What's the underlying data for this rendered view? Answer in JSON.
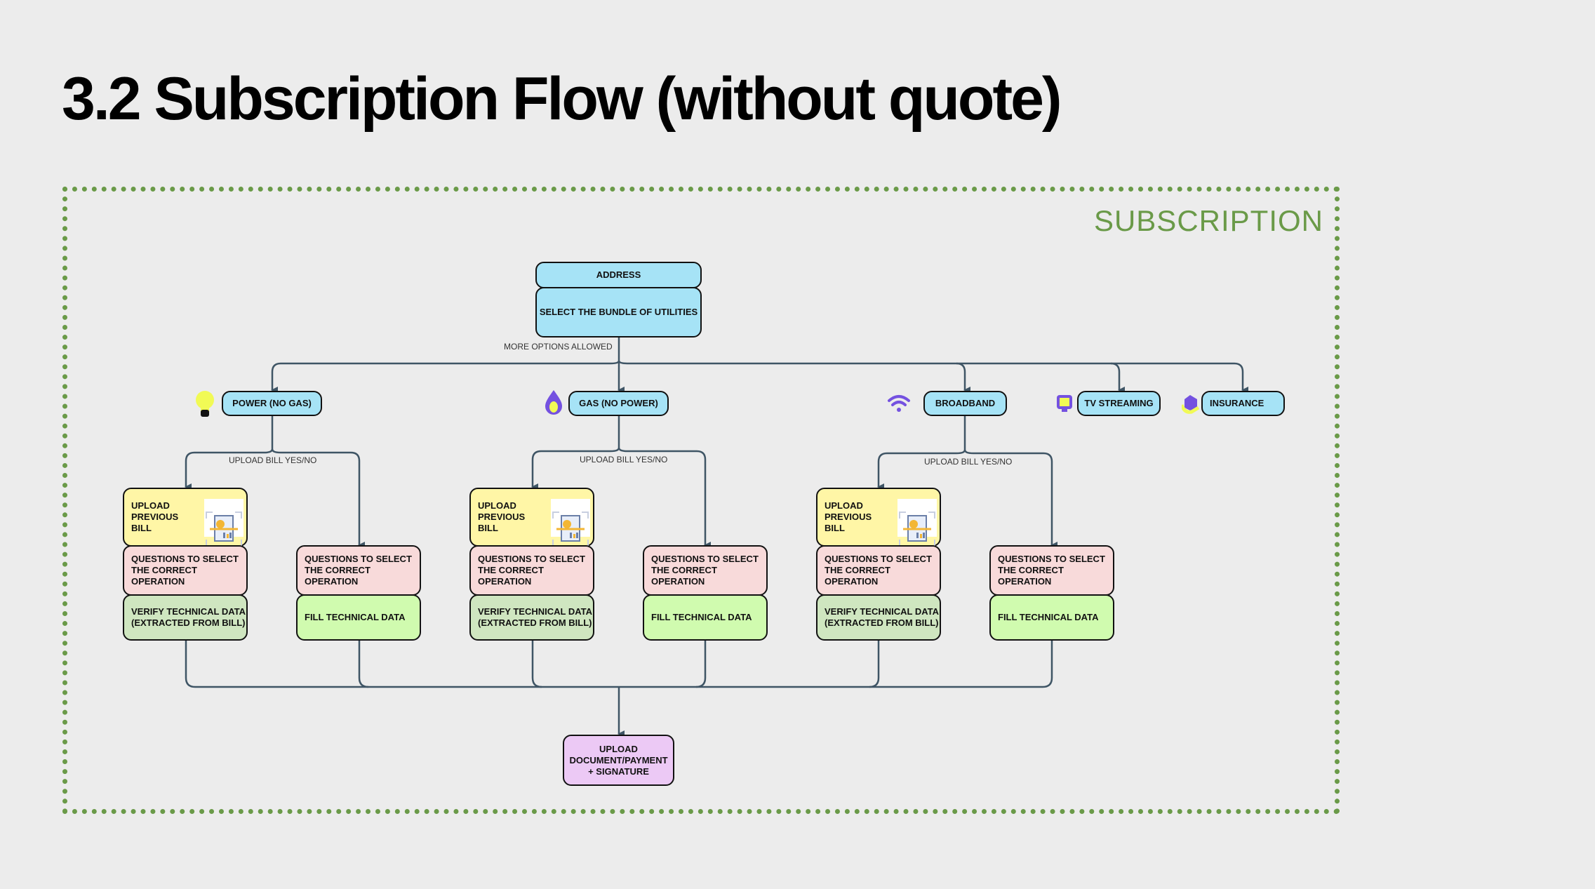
{
  "page": {
    "title": "3.2 Subscription Flow (without quote)",
    "section_label": "SUBSCRIPTION",
    "colors": {
      "frame": "#6a9a48",
      "connector": "#3f5565",
      "service_box": "#a6e3f6",
      "upload_box": "#fff6a6",
      "questions_box": "#f8dada",
      "verify_box": "#cfe6c0",
      "fill_box": "#d0fbaf",
      "final_box": "#ecc9f5"
    }
  },
  "top": {
    "address": "ADDRESS",
    "select_bundle": "SELECT THE BUNDLE OF UTILITIES",
    "more_options": "MORE OPTIONS ALLOWED"
  },
  "services": [
    {
      "label": "POWER (NO GAS)",
      "icon": "lightbulb-icon"
    },
    {
      "label": "GAS (NO POWER)",
      "icon": "flame-icon"
    },
    {
      "label": "BROADBAND",
      "icon": "wifi-icon"
    },
    {
      "label": "TV STREAMING",
      "icon": "tv-icon"
    },
    {
      "label": "INSURANCE",
      "icon": "insurance-hand-icon"
    }
  ],
  "branch": {
    "edge_label": "UPLOAD BILL YES/NO",
    "yes_path": {
      "upload": "UPLOAD\nPREVIOUS\nBILL",
      "upload_icon": "bill-document-icon",
      "questions": "QUESTIONS TO SELECT\nTHE CORRECT\nOPERATION",
      "verify": "VERIFY TECHNICAL DATA\n(EXTRACTED FROM BILL)"
    },
    "no_path": {
      "questions": "QUESTIONS TO SELECT\nTHE CORRECT\nOPERATION",
      "fill": "FILL TECHNICAL DATA"
    }
  },
  "final": {
    "label": "UPLOAD\nDOCUMENT/PAYMENT\n+ SIGNATURE"
  }
}
